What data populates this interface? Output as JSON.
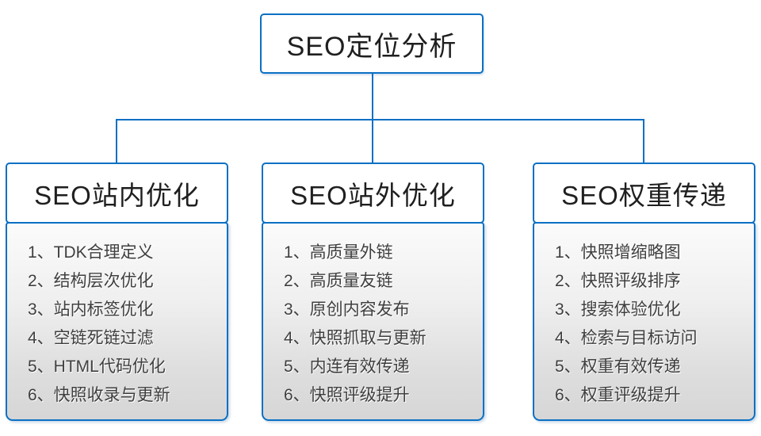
{
  "diagram": {
    "root_title": "SEO定位分析",
    "accent_color": "#0a70c4",
    "columns": [
      {
        "title": "SEO站内优化",
        "items": [
          "1、TDK合理定义",
          "2、结构层次优化",
          "3、站内标签优化",
          "4、空链死链过滤",
          "5、HTML代码优化",
          "6、快照收录与更新"
        ]
      },
      {
        "title": "SEO站外优化",
        "items": [
          "1、高质量外链",
          "2、高质量友链",
          "3、原创内容发布",
          "4、快照抓取与更新",
          "5、内连有效传递",
          "6、快照评级提升"
        ]
      },
      {
        "title": "SEO权重传递",
        "items": [
          "1、快照增缩略图",
          "2、快照评级排序",
          "3、搜索体验优化",
          "4、检索与目标访问",
          "5、权重有效传递",
          "6、权重评级提升"
        ]
      }
    ]
  }
}
